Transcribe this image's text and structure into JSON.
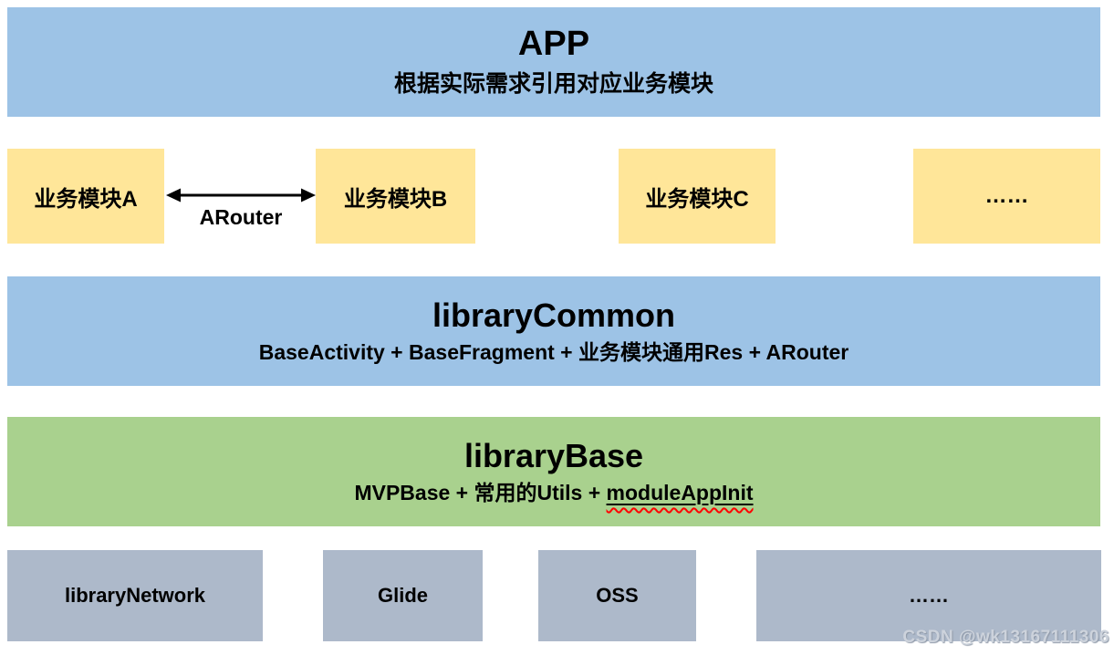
{
  "colors": {
    "layer_blue": "#9DC3E6",
    "module_yellow": "#FFE699",
    "layer_green": "#A9D18E",
    "module_gray": "#ADB9CA",
    "text": "#000000",
    "spellcheck_red": "#FF0000"
  },
  "app_layer": {
    "title": "APP",
    "subtitle": "根据实际需求引用对应业务模块"
  },
  "business_modules": [
    {
      "label": "业务模块A"
    },
    {
      "label": "业务模块B"
    },
    {
      "label": "业务模块C"
    },
    {
      "label": "……"
    }
  ],
  "arouter": {
    "label": "ARouter"
  },
  "common_layer": {
    "title": "libraryCommon",
    "subtitle": "BaseActivity + BaseFragment + 业务模块通用Res + ARouter"
  },
  "base_layer": {
    "title": "libraryBase",
    "subtitle_prefix": "MVPBase + 常用的Utils + ",
    "subtitle_underlined": "moduleAppInit"
  },
  "foundation_modules": [
    {
      "label": "libraryNetwork"
    },
    {
      "label": "Glide"
    },
    {
      "label": "OSS"
    },
    {
      "label": "……"
    }
  ],
  "watermark": {
    "text": "CSDN @wk13167111306"
  }
}
